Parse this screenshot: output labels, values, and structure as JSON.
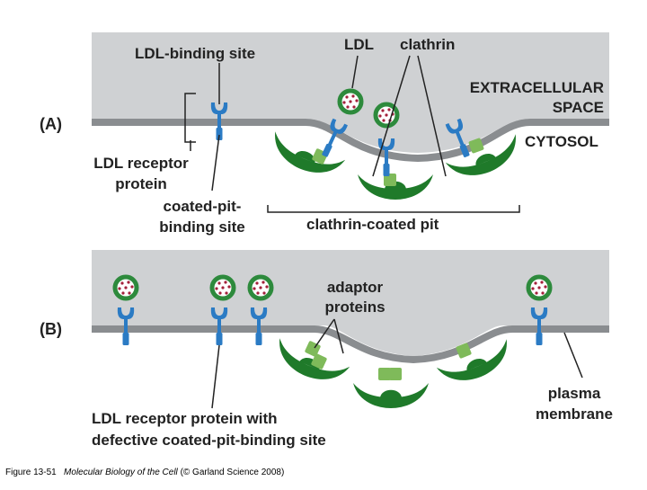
{
  "panel_a": {
    "panel_label": "(A)",
    "labels": {
      "ldl_binding_site": "LDL-binding site",
      "ldl": "LDL",
      "clathrin": "clathrin",
      "extracellular_line1": "EXTRACELLULAR",
      "extracellular_line2": "SPACE",
      "cytosol": "CYTOSOL",
      "ldl_receptor_line1": "LDL receptor",
      "ldl_receptor_line2": "protein",
      "coated_pit_line1": "coated-pit-",
      "coated_pit_line2": "binding site",
      "clathrin_coated_pit": "clathrin-coated pit"
    }
  },
  "panel_b": {
    "panel_label": "(B)",
    "labels": {
      "adaptor_line1": "adaptor",
      "adaptor_line2": "proteins",
      "plasma_line1": "plasma",
      "plasma_line2": "membrane",
      "defective_line1": "LDL receptor protein with",
      "defective_line2": "defective coated-pit-binding site"
    }
  },
  "caption": {
    "figure": "Figure 13-51",
    "book": "Molecular Biology of the Cell",
    "credit": "(© Garland Science 2008)"
  },
  "colors": {
    "extracellular_gray": "#cfd1d3",
    "membrane_gray": "#8a8d90",
    "receptor_blue": "#2b7bc4",
    "ldl_green": "#2d8a3c",
    "ldl_dots": "#a3203a",
    "clathrin_green": "#1f7a2a",
    "adaptor_green": "#7fba5a"
  }
}
